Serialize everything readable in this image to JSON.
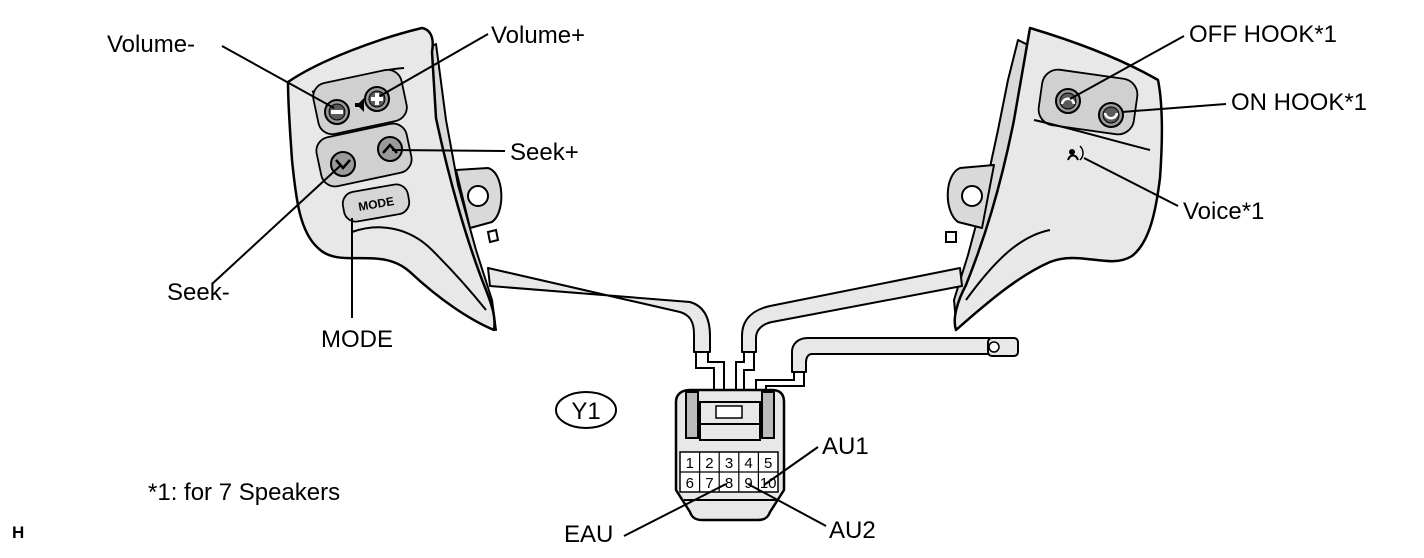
{
  "labels": {
    "volume_minus": "Volume-",
    "volume_plus": "Volume+",
    "seek_plus": "Seek+",
    "seek_minus": "Seek-",
    "mode": "MODE",
    "off_hook": "OFF HOOK*1",
    "on_hook": "ON HOOK*1",
    "voice": "Voice*1",
    "au1": "AU1",
    "eau": "EAU",
    "au2": "AU2"
  },
  "connector_id": "Y1",
  "mode_button_text": "MODE",
  "connector_pins": {
    "top_row": [
      "1",
      "2",
      "3",
      "4",
      "5"
    ],
    "bottom_row": [
      "6",
      "7",
      "8",
      "9",
      "10"
    ]
  },
  "footnote": "*1: for 7 Speakers",
  "corner_mark": "H"
}
